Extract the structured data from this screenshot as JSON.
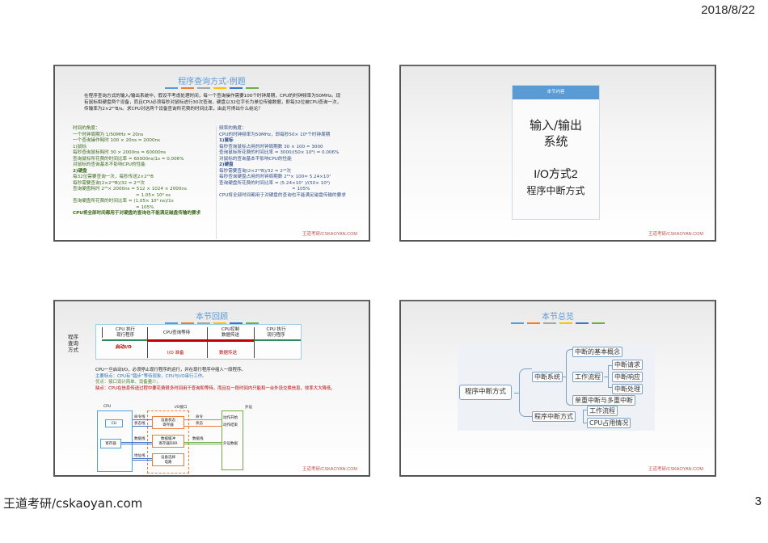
{
  "header": {
    "date": "2018/8/22"
  },
  "footer": {
    "brand": "王道考研/cskaoyan.com",
    "page_number": "3"
  },
  "title_bar_colors": [
    "#5b9bd5",
    "#ed7d31",
    "#a5a5a5",
    "#ffc000",
    "#4472c4",
    "#70ad47"
  ],
  "watermark": "王道考研/CSKAOYAN.COM",
  "slides": [
    {
      "title": "程序查询方式-例题",
      "question": "在程序查询方式的输入/输出系统中，假设不考虑处理时间，每一个查询操作需要100个时钟周期，CPU的时钟频率为50MHz。现有鼠标和硬盘两个设备，而且CPU必须每秒对鼠标进行30次查询，硬盘以32位字长为单位传输数据，即每32位被CPU查询一次，传输率为2×2²⁰B/s。求CPU对这两个设备查询所花费的时间比率，由此可得出什么结论？",
      "left_column": [
        "时间的角度：",
        "一个时钟周期为 1/50MHz = 20ns",
        "一个查询操作耗时 100 × 20ns = 2000ns",
        "1)鼠标",
        "每秒查询鼠标耗时 30 × 2000ns = 60000ns",
        "查询鼠标所花费的时间比率 = 60000ns/1s = 0.006%",
        "对鼠标的查询基本不影响CPU的性能",
        "2)硬盘",
        "每32位需要查询一次，每秒传送2×2²⁰B",
        "每秒需要查询(2×2²⁰B)/32 = 2¹⁶次",
        "查询硬盘耗时 2¹⁶× 2000ns = 512 × 1024 × 2000ns",
        "≈ 1.05× 10⁹ ns",
        "查询硬盘所花费的时间比率 = (1.05× 10⁹ ns)/1s",
        "= 105%",
        "CPU将全部时间都用于对硬盘的查询也不能满足磁盘传输的要求"
      ],
      "right_column": [
        "频率的角度：",
        "CPU的时钟频率为50MHz，即每秒50× 10⁶个时钟周期",
        "1)鼠标",
        "每秒查询鼠标占用的时钟周期数 30 × 100 = 3000",
        "查询鼠标所花费的时间比率 = 3000/(50× 10⁶) = 0.006%",
        "对鼠标的查询基本不影响CPU的性能",
        "2)硬盘",
        "每秒需要查询(2×2²⁰B)/32 = 2¹⁶次",
        "每秒查询硬盘占用的时钟周期数 2¹⁶× 100≈ 5.24×10⁷",
        "查询硬盘所花费的时间比率 = (5.24×10⁷ )/(50× 10⁶)",
        "≈ 105%",
        "CPU将全部时间都用于对硬盘的查询也不能满足磁盘传输的要求"
      ]
    },
    {
      "toc_header": "本节内容",
      "toc_main_line1": "输入/输出",
      "toc_main_line2": "系统",
      "toc_sub1": "I/O方式2",
      "toc_sub2": "程序中断方式"
    },
    {
      "title": "本节回顾",
      "timeline": {
        "row_label": "程序查询方式",
        "segments": [
          "CPU 执行\n现行程序",
          "CPU查询等待",
          "CPU控制\n数据传送",
          "CPU 执行\n现行程序"
        ],
        "start_label": "启动I/O",
        "io_prepare": "I/O 准备",
        "data_transfer": "数据传送"
      },
      "description": [
        {
          "text": "CPU一旦启动I/O，必须停止现行程序的运行，并在现行程序中插入一段程序。",
          "color": "#222222"
        },
        {
          "text": "主要特点：CPU有“踏步”等待现象，CPU与I/O串行工作。",
          "color": "#2e75b6"
        },
        {
          "text": "优点：接口设计简单、设备量少。",
          "color": "#548235"
        },
        {
          "text": "缺点：CPU在信息传送过程中要花费很多时间用于查询和等待，而且在一段时间内只能和一台外设交换信息，效率大大降低。",
          "color": "#c00000"
        }
      ],
      "diagram": {
        "cpu_label": "CPU",
        "interface_label": "I/O接口",
        "device_label": "外设",
        "cu": "CU",
        "register": "寄存器",
        "status_reg": "设备状态\n寄存器",
        "dbr": "数据缓冲\n寄存器DBR",
        "select": "设备选择\n电路",
        "cmd_line": "命令线",
        "status_line": "状态线",
        "data_line": "数据线",
        "addr_line": "地址线",
        "cmd": "命令",
        "status": "状态",
        "action_start": "动作开始",
        "action_end": "动作结束",
        "dev_data": "外设数据"
      }
    },
    {
      "title": "本节总览",
      "mindmap": {
        "root": "程序中断方式",
        "branch1": "中断系统",
        "branch1_children": [
          "中断的基本概念",
          "工作流程",
          "单重中断与多重中断"
        ],
        "workflow_children": [
          "中断请求",
          "中断响应",
          "中断处理"
        ],
        "branch2": "程序中断方式",
        "branch2_children": [
          "工作流程",
          "CPU占用情况"
        ]
      }
    }
  ]
}
